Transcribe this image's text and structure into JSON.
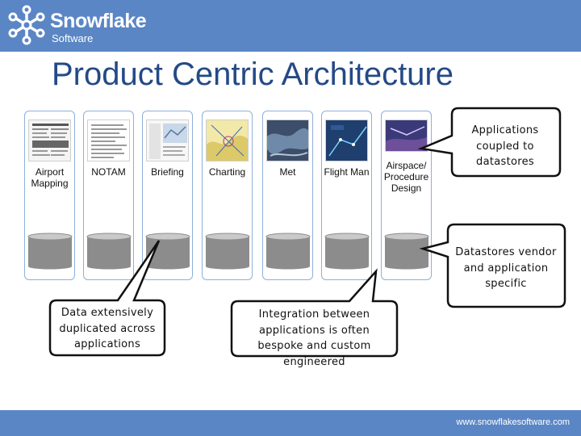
{
  "header": {
    "brand_name": "Snowflake",
    "brand_sub": "Software"
  },
  "title": "Product Centric Architecture",
  "columns": [
    {
      "label": "Airport Mapping"
    },
    {
      "label": "NOTAM"
    },
    {
      "label": "Briefing"
    },
    {
      "label": "Charting"
    },
    {
      "label": "Met"
    },
    {
      "label": "Flight Man"
    },
    {
      "label": "Airspace/ Procedure Design"
    }
  ],
  "callouts": {
    "applications": "Applications coupled to datastores",
    "datastores": "Datastores vendor and application specific",
    "duplicated": "Data extensively duplicated across applications",
    "integration": "Integration between applications is often bespoke and custom engineered"
  },
  "footer": {
    "url": "www.snowflakesoftware.com"
  },
  "colors": {
    "brand": "#5b86c5",
    "title": "#244a86",
    "column_border": "#8fb0d8",
    "datastore": "#8c8c8c"
  },
  "icons": [
    "snowflake-logo-icon",
    "datastore-cylinder-icon"
  ]
}
